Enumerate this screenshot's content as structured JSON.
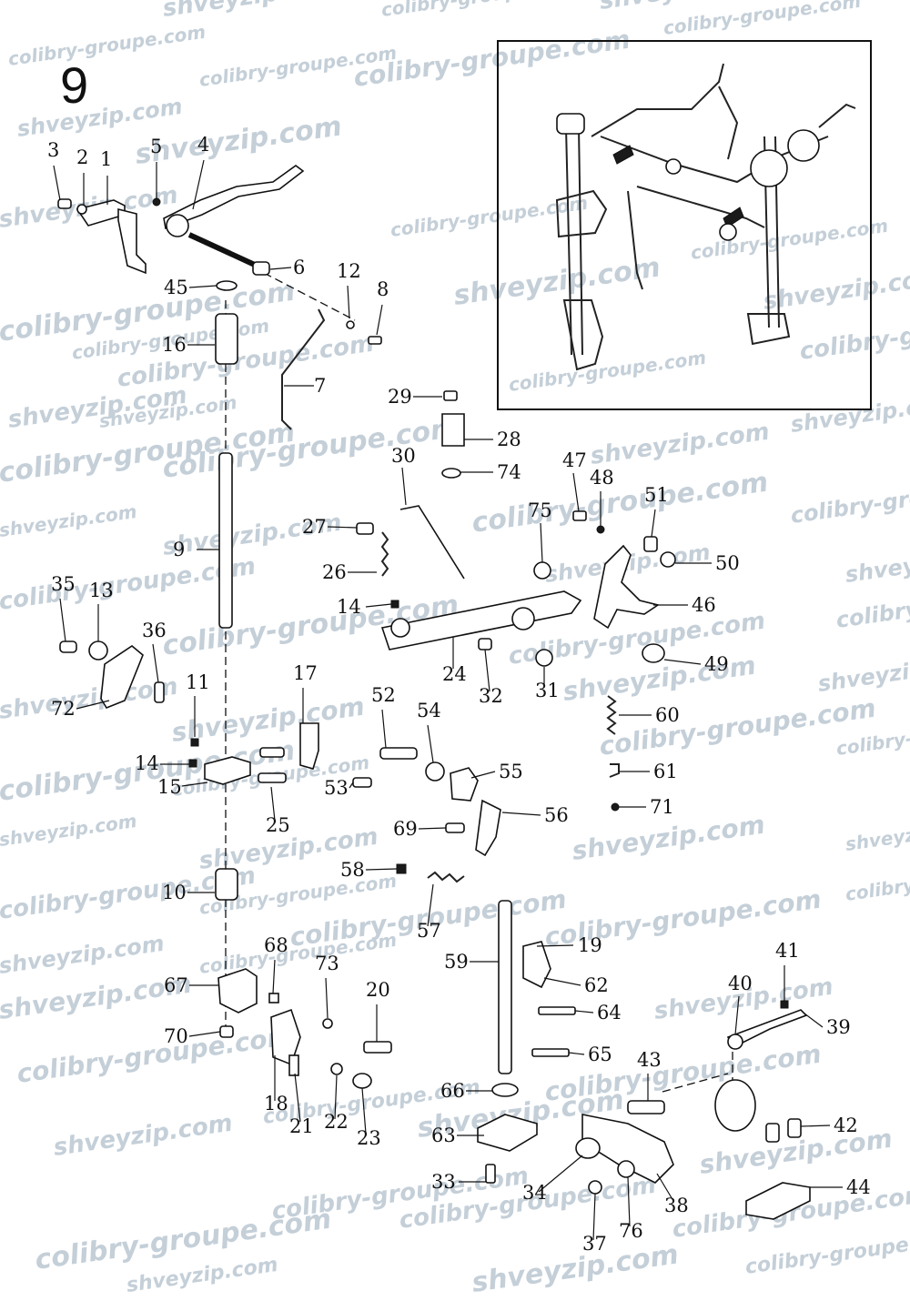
{
  "section_number": "9",
  "watermarks": {
    "primary": "shveyzip.com",
    "secondary": "colibry-groupe.com"
  },
  "callouts": [
    {
      "id": "1",
      "label": "1"
    },
    {
      "id": "2",
      "label": "2"
    },
    {
      "id": "3",
      "label": "3"
    },
    {
      "id": "4",
      "label": "4"
    },
    {
      "id": "5",
      "label": "5"
    },
    {
      "id": "6",
      "label": "6"
    },
    {
      "id": "7",
      "label": "7"
    },
    {
      "id": "8",
      "label": "8"
    },
    {
      "id": "9",
      "label": "9"
    },
    {
      "id": "10",
      "label": "10"
    },
    {
      "id": "11",
      "label": "11"
    },
    {
      "id": "12",
      "label": "12"
    },
    {
      "id": "13",
      "label": "13"
    },
    {
      "id": "14a",
      "label": "14"
    },
    {
      "id": "14b",
      "label": "14"
    },
    {
      "id": "15",
      "label": "15"
    },
    {
      "id": "16",
      "label": "16"
    },
    {
      "id": "17",
      "label": "17"
    },
    {
      "id": "18",
      "label": "18"
    },
    {
      "id": "19",
      "label": "19"
    },
    {
      "id": "20",
      "label": "20"
    },
    {
      "id": "21",
      "label": "21"
    },
    {
      "id": "22",
      "label": "22"
    },
    {
      "id": "23",
      "label": "23"
    },
    {
      "id": "24",
      "label": "24"
    },
    {
      "id": "25",
      "label": "25"
    },
    {
      "id": "26",
      "label": "26"
    },
    {
      "id": "27",
      "label": "27"
    },
    {
      "id": "28",
      "label": "28"
    },
    {
      "id": "29",
      "label": "29"
    },
    {
      "id": "30",
      "label": "30"
    },
    {
      "id": "31",
      "label": "31"
    },
    {
      "id": "32",
      "label": "32"
    },
    {
      "id": "33",
      "label": "33"
    },
    {
      "id": "34",
      "label": "34"
    },
    {
      "id": "35",
      "label": "35"
    },
    {
      "id": "36",
      "label": "36"
    },
    {
      "id": "37",
      "label": "37"
    },
    {
      "id": "38",
      "label": "38"
    },
    {
      "id": "39",
      "label": "39"
    },
    {
      "id": "40",
      "label": "40"
    },
    {
      "id": "41",
      "label": "41"
    },
    {
      "id": "42",
      "label": "42"
    },
    {
      "id": "43",
      "label": "43"
    },
    {
      "id": "44",
      "label": "44"
    },
    {
      "id": "45",
      "label": "45"
    },
    {
      "id": "46",
      "label": "46"
    },
    {
      "id": "47",
      "label": "47"
    },
    {
      "id": "48",
      "label": "48"
    },
    {
      "id": "49",
      "label": "49"
    },
    {
      "id": "50",
      "label": "50"
    },
    {
      "id": "51",
      "label": "51"
    },
    {
      "id": "52",
      "label": "52"
    },
    {
      "id": "53",
      "label": "53"
    },
    {
      "id": "54",
      "label": "54"
    },
    {
      "id": "55",
      "label": "55"
    },
    {
      "id": "56",
      "label": "56"
    },
    {
      "id": "57",
      "label": "57"
    },
    {
      "id": "58",
      "label": "58"
    },
    {
      "id": "59",
      "label": "59"
    },
    {
      "id": "60",
      "label": "60"
    },
    {
      "id": "61",
      "label": "61"
    },
    {
      "id": "62",
      "label": "62"
    },
    {
      "id": "63",
      "label": "63"
    },
    {
      "id": "64",
      "label": "64"
    },
    {
      "id": "65",
      "label": "65"
    },
    {
      "id": "66",
      "label": "66"
    },
    {
      "id": "67",
      "label": "67"
    },
    {
      "id": "68",
      "label": "68"
    },
    {
      "id": "69",
      "label": "69"
    },
    {
      "id": "70",
      "label": "70"
    },
    {
      "id": "71",
      "label": "71"
    },
    {
      "id": "72",
      "label": "72"
    },
    {
      "id": "73",
      "label": "73"
    },
    {
      "id": "74",
      "label": "74"
    },
    {
      "id": "75",
      "label": "75"
    },
    {
      "id": "76",
      "label": "76"
    }
  ]
}
